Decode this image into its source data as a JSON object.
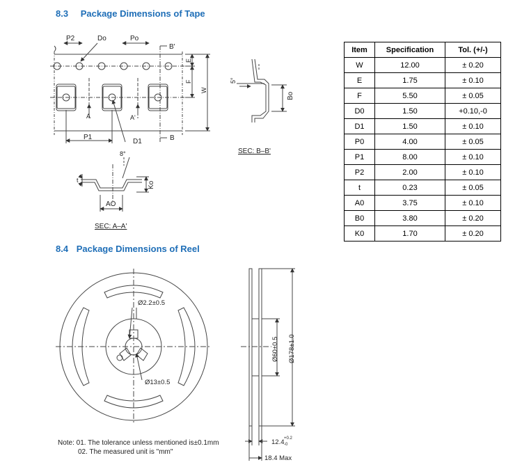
{
  "sections": {
    "tape": {
      "number": "8.3",
      "title": "Package Dimensions of Tape"
    },
    "reel": {
      "number": "8.4",
      "title": "Package Dimensions of Reel"
    }
  },
  "spec_table": {
    "headers": [
      "Item",
      "Specification",
      "Tol. (+/-)"
    ],
    "rows": [
      {
        "item": "W",
        "spec": "12.00",
        "tol": "± 0.20"
      },
      {
        "item": "E",
        "spec": "1.75",
        "tol": "± 0.10"
      },
      {
        "item": "F",
        "spec": "5.50",
        "tol": "± 0.05"
      },
      {
        "item": "D0",
        "spec": "1.50",
        "tol": "+0.10,-0"
      },
      {
        "item": "D1",
        "spec": "1.50",
        "tol": "± 0.10"
      },
      {
        "item": "P0",
        "spec": "4.00",
        "tol": "± 0.05"
      },
      {
        "item": "P1",
        "spec": "8.00",
        "tol": "± 0.10"
      },
      {
        "item": "P2",
        "spec": "2.00",
        "tol": "± 0.10"
      },
      {
        "item": "t",
        "spec": "0.23",
        "tol": "± 0.05"
      },
      {
        "item": "A0",
        "spec": "3.75",
        "tol": "± 0.10"
      },
      {
        "item": "B0",
        "spec": "3.80",
        "tol": "± 0.20"
      },
      {
        "item": "K0",
        "spec": "1.70",
        "tol": "± 0.20"
      }
    ]
  },
  "tape_labels": {
    "p2": "P2",
    "do": "Do",
    "po": "Po",
    "b_prime": "B'",
    "e": "E",
    "f": "F",
    "w": "W",
    "a": "A",
    "a_prime": "A'",
    "p1": "P1",
    "d1": "D1",
    "b": "B",
    "angle5": "5°",
    "bo": "Bo",
    "sec_bb": "SEC: B–B'",
    "angle8": "8°",
    "t": "t",
    "ko": "Ko",
    "ao": "AO",
    "sec_aa": "SEC: A–A'"
  },
  "reel_labels": {
    "d22": "Ø2.2±0.5",
    "d13": "Ø13±0.5",
    "d60": "Ø60±0.5",
    "d178": "Ø178±1.0",
    "w124_base": "12.4",
    "w124_plus": "+0.2",
    "w124_minus": "-0",
    "w184": "18.4 Max"
  },
  "notes": {
    "line1": "Note: 01. The tolerance unless mentioned is±0.1mm",
    "line2": "02. The measured unit is \"mm\""
  }
}
